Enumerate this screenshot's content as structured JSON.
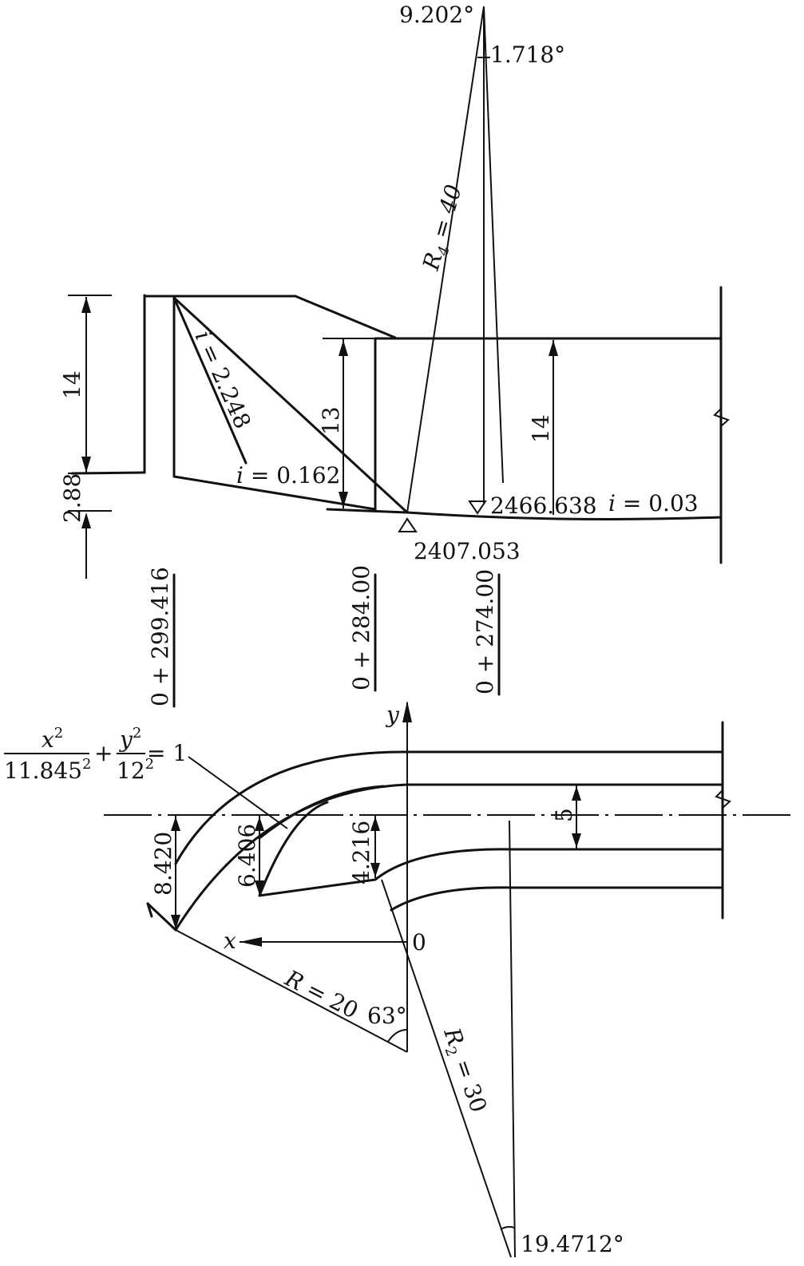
{
  "labels": {
    "angle_top": "9.202°",
    "angle_small": "1.718°",
    "radius_r4": "R",
    "radius_r4_sub": "4",
    "radius_r4_val": " = 40",
    "dim_left_height": "14",
    "dim_left_step": "2.88",
    "slope_steep_i": "i",
    "slope_steep_val": " = 2.248",
    "slope_floor_i": "i",
    "slope_floor_val": " = 0.162",
    "dim_mid_height": "13",
    "dim_right_height": "14",
    "elev_right": "2466.638",
    "slope_right_i": "i",
    "slope_right_val": " = 0.03",
    "elev_low": "2407.053",
    "station_1": "0 + 299.416",
    "station_2": "0 + 284.00",
    "station_3": "0 + 274.00",
    "axis_y": "y",
    "axis_x": "x",
    "origin": "0",
    "eq_num_x": "x",
    "eq_den_1": "11.845",
    "eq_num_y": "y",
    "eq_den_2": "12",
    "eq_sup": "2",
    "eq_plus": "+",
    "eq_rhs": " = 1",
    "dim_5": "5",
    "dim_8420": "8.420",
    "dim_6406": "6.406",
    "dim_4216": "4.216",
    "radius_r": "R",
    "radius_r_val": " = 20",
    "angle_63": "63°",
    "radius_r2": "R",
    "radius_r2_sub": "2",
    "radius_r2_val": " = 30",
    "angle_bottom": "19.4712°"
  }
}
